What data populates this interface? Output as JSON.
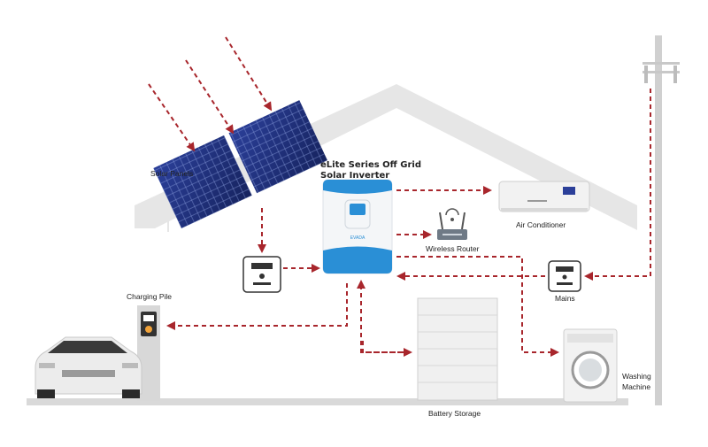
{
  "labels": {
    "solar_panels": "Solar Panels",
    "inverter_line1": "eLite Series Off Grid",
    "inverter_line2": "Solar Inverter",
    "brand": "EVADA",
    "air_conditioner": "Air Conditioner",
    "wireless_router": "Wireless Router",
    "mains": "Mains",
    "charging_pile": "Charging Pile",
    "battery_storage": "Battery Storage",
    "washing_line1": "Washing",
    "washing_line2": "Machine"
  },
  "colors": {
    "flow_arrow": "#a8262c",
    "roof": "#e6e6e6",
    "panel": "#1e2f7a",
    "inverter_accent": "#2a8fd6",
    "ground": "#d9d9d9"
  },
  "icons": {
    "sun_rays": "dashed-arrow-icon",
    "meter": "meter-icon",
    "router": "router-icon",
    "car": "car-icon"
  }
}
